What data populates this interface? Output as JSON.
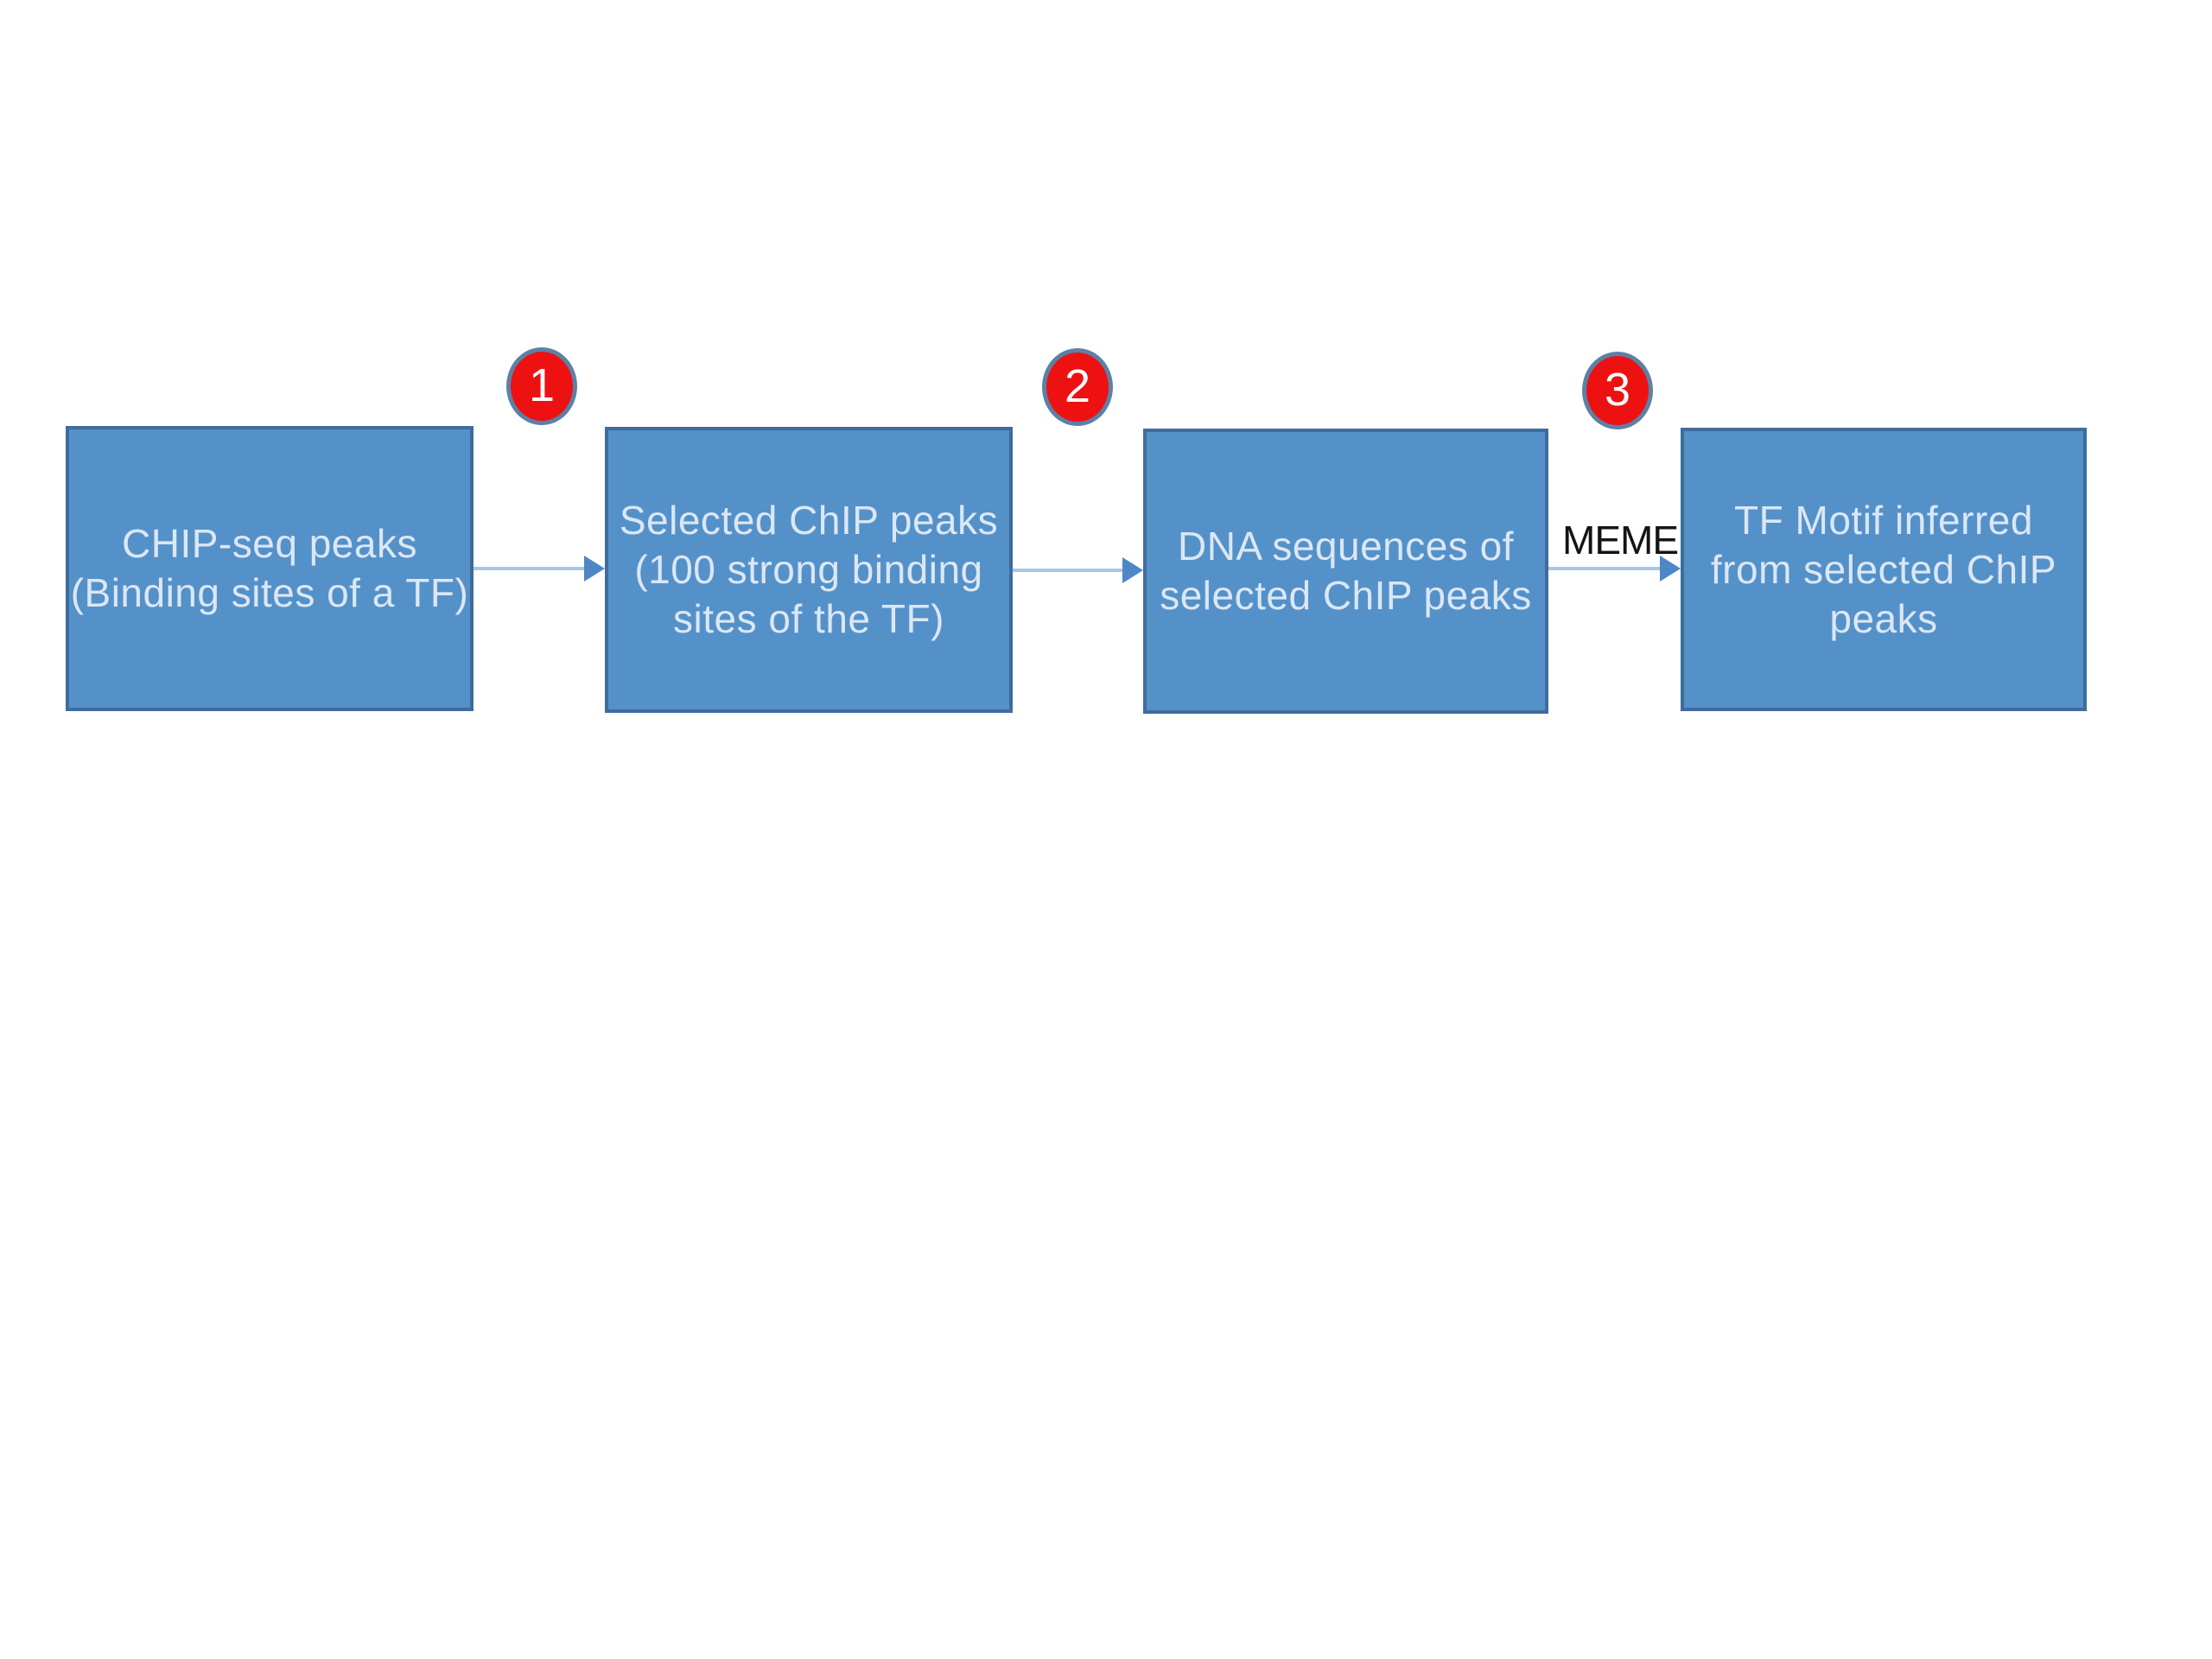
{
  "diagram": {
    "description": "Flowchart of inferring a TF motif from ChIP-seq peaks",
    "boxes": [
      {
        "id": "chip-seq-peaks",
        "label": "CHIP-seq peaks\n(Binding sites of a TF)"
      },
      {
        "id": "selected-chip-peaks",
        "label": "Selected ChIP peaks\n(100 strong binding\nsites of the TF)"
      },
      {
        "id": "dna-sequences",
        "label": "DNA sequences of\nselected ChIP peaks"
      },
      {
        "id": "tf-motif",
        "label": "TF Motif inferred\nfrom selected ChIP\npeaks"
      }
    ],
    "step_badges": [
      {
        "number": "1"
      },
      {
        "number": "2"
      },
      {
        "number": "3"
      }
    ],
    "arrow_labels": {
      "meme": "MEME"
    },
    "colors": {
      "canvas_bg": "#ffffff",
      "box_fill": "#5591c9",
      "box_border": "#3e6c9d",
      "box_text": "#dbe7f4",
      "arrow_line": "#a8c7e6",
      "arrow_head": "#4d87c7",
      "badge_fill": "#ee1111",
      "badge_border": "#5d80a6",
      "badge_text": "#ffffff",
      "meme_text": "#141414"
    }
  }
}
